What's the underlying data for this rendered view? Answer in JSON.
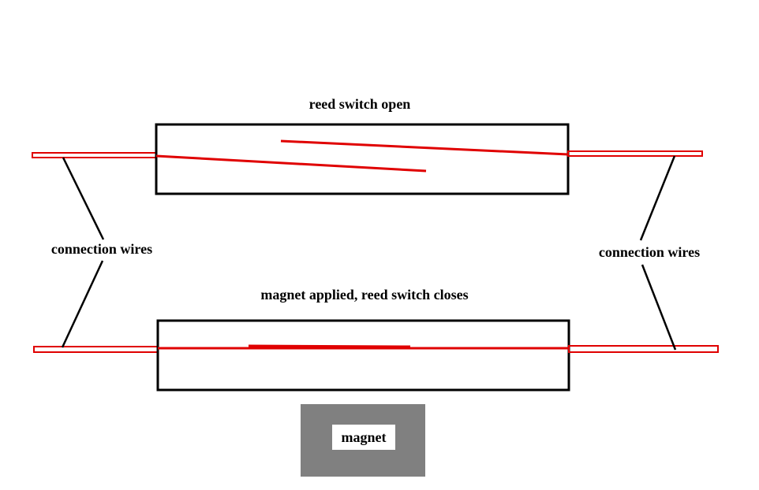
{
  "labels": {
    "open_title": "reed switch open",
    "closed_title": "magnet applied, reed switch closes",
    "left_wires": "connection wires",
    "right_wires": "connection wires",
    "magnet": "magnet"
  },
  "colors": {
    "wire": "#e00000",
    "outline": "#000000",
    "magnet_fill": "#808080",
    "magnet_label_bg": "#ffffff",
    "background": "#ffffff"
  }
}
